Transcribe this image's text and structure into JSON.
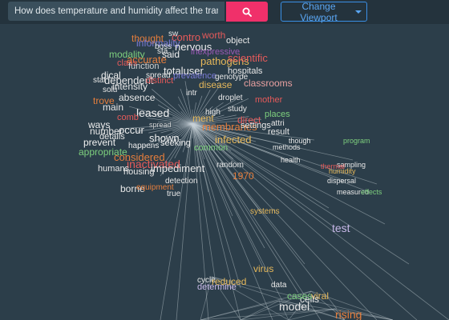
{
  "search": {
    "value": "How does temperature and humidity affect the transmission of viruses",
    "placeholder": "How does temperature and humidity affect the transmission of viruses"
  },
  "search_button": {
    "icon": "search-icon"
  },
  "viewport_button": {
    "label": "Change Viewport",
    "icon": "caret-down-icon"
  },
  "graph": {
    "edge_color": "#c8d2d8",
    "words": [
      {
        "text": "sw",
        "color": "#e8e8e8"
      },
      {
        "text": "contro",
        "color": "#e65a5a"
      },
      {
        "text": "worth",
        "color": "#e65a5a"
      },
      {
        "text": "thought",
        "color": "#e67e3c"
      },
      {
        "text": "informality",
        "color": "#7b7bd6"
      },
      {
        "text": "object",
        "color": "#e8e8e8"
      },
      {
        "text": "nervous",
        "color": "#f0f0f0"
      },
      {
        "text": "boss",
        "color": "#e8e8e8"
      },
      {
        "text": "sta",
        "color": "#e8e8e8"
      },
      {
        "text": "inexpressive",
        "color": "#9b59b6"
      },
      {
        "text": "modality",
        "color": "#7ed07e"
      },
      {
        "text": "said",
        "color": "#f0f0f0"
      },
      {
        "text": "accurate",
        "color": "#e67e3c"
      },
      {
        "text": "pathogens",
        "color": "#e6b85a"
      },
      {
        "text": "scientific",
        "color": "#e65a5a"
      },
      {
        "text": "class",
        "color": "#e65a5a"
      },
      {
        "text": "function",
        "color": "#d0d0d0"
      },
      {
        "text": "totaluser",
        "color": "#f0f0f0"
      },
      {
        "text": "hospitals",
        "color": "#e8e8e8"
      },
      {
        "text": "dical",
        "color": "#f0f0f0"
      },
      {
        "text": "spread",
        "color": "#e8e8e8"
      },
      {
        "text": "prevalence",
        "color": "#7b7bd6"
      },
      {
        "text": "genotype",
        "color": "#e8e8e8"
      },
      {
        "text": "classrooms",
        "color": "#e8a0a0"
      },
      {
        "text": "dependent",
        "color": "#e8e8e8"
      },
      {
        "text": "distinct",
        "color": "#e65a5a"
      },
      {
        "text": "disease",
        "color": "#e6b85a"
      },
      {
        "text": "stat",
        "color": "#e8e8e8"
      },
      {
        "text": "solu",
        "color": "#e8e8e8"
      },
      {
        "text": "intensity",
        "color": "#e8e8e8"
      },
      {
        "text": "intr",
        "color": "#e8e8e8"
      },
      {
        "text": "droplet",
        "color": "#e8e8e8"
      },
      {
        "text": "absence",
        "color": "#e8e8e8"
      },
      {
        "text": "mother",
        "color": "#e65a5a"
      },
      {
        "text": "trove",
        "color": "#e67e3c"
      },
      {
        "text": "main",
        "color": "#e8e8e8"
      },
      {
        "text": "study",
        "color": "#e8e8e8"
      },
      {
        "text": "leased",
        "color": "#f0f0f0"
      },
      {
        "text": "high",
        "color": "#e8e8e8"
      },
      {
        "text": "places",
        "color": "#7ed07e"
      },
      {
        "text": "comb",
        "color": "#e65a5a"
      },
      {
        "text": "ment",
        "color": "#e6b85a"
      },
      {
        "text": "direct",
        "color": "#e65a5a"
      },
      {
        "text": "ways",
        "color": "#f0f0f0"
      },
      {
        "text": "spread",
        "color": "#d0d0d0"
      },
      {
        "text": "membranes",
        "color": "#e67e3c"
      },
      {
        "text": "settings",
        "color": "#e8e8e8"
      },
      {
        "text": "attri",
        "color": "#e8e8e8"
      },
      {
        "text": "number",
        "color": "#e8e8e8"
      },
      {
        "text": "occur",
        "color": "#f0f0f0"
      },
      {
        "text": "result",
        "color": "#e8e8e8"
      },
      {
        "text": "details",
        "color": "#e8e8e8"
      },
      {
        "text": "shown",
        "color": "#f0f0f0"
      },
      {
        "text": "prevent",
        "color": "#f0f0f0"
      },
      {
        "text": "seeking",
        "color": "#f0f0f0"
      },
      {
        "text": "infected",
        "color": "#e6b85a"
      },
      {
        "text": "though",
        "color": "#e8e8e8"
      },
      {
        "text": "happens",
        "color": "#e8e8e8"
      },
      {
        "text": "methods",
        "color": "#e8e8e8"
      },
      {
        "text": "appropriate",
        "color": "#7ed07e"
      },
      {
        "text": "common",
        "color": "#7ed07e"
      },
      {
        "text": "considered",
        "color": "#e67e3c"
      },
      {
        "text": "health",
        "color": "#e8e8e8"
      },
      {
        "text": "inactivated",
        "color": "#e65a5a"
      },
      {
        "text": "random",
        "color": "#e8e8e8"
      },
      {
        "text": "humans",
        "color": "#e8e8e8"
      },
      {
        "text": "impediment",
        "color": "#e8e8e8"
      },
      {
        "text": "housing",
        "color": "#e8e8e8"
      },
      {
        "text": "1970",
        "color": "#e67e3c"
      },
      {
        "text": "borne",
        "color": "#e8e8e8"
      },
      {
        "text": "detection",
        "color": "#e8e8e8"
      },
      {
        "text": "equipment",
        "color": "#e67e3c"
      },
      {
        "text": "true",
        "color": "#e8e8e8"
      },
      {
        "text": "program",
        "color": "#7ed07e"
      },
      {
        "text": "humidity",
        "color": "#e6b85a"
      },
      {
        "text": "sampling",
        "color": "#e8e8e8"
      },
      {
        "text": "measured",
        "color": "#e8e8e8"
      },
      {
        "text": "effects",
        "color": "#7ed07e"
      },
      {
        "text": "dispersal",
        "color": "#e8e8e8"
      },
      {
        "text": "systems",
        "color": "#e6b85a"
      },
      {
        "text": "test",
        "color": "#c8b8e8"
      },
      {
        "text": "virus",
        "color": "#e6b85a"
      },
      {
        "text": "cycle",
        "color": "#e8e8e8"
      },
      {
        "text": "reduced",
        "color": "#e6b85a"
      },
      {
        "text": "determine",
        "color": "#c8b8e8"
      },
      {
        "text": "data",
        "color": "#e8e8e8"
      },
      {
        "text": "viral",
        "color": "#e6b85a"
      },
      {
        "text": "cells",
        "color": "#e8e8e8"
      },
      {
        "text": "cases",
        "color": "#7ed07e"
      },
      {
        "text": "model",
        "color": "#e8e8e8"
      },
      {
        "text": "rising",
        "color": "#e67e3c"
      },
      {
        "text": "thermal",
        "color": "#e65a5a"
      }
    ]
  }
}
